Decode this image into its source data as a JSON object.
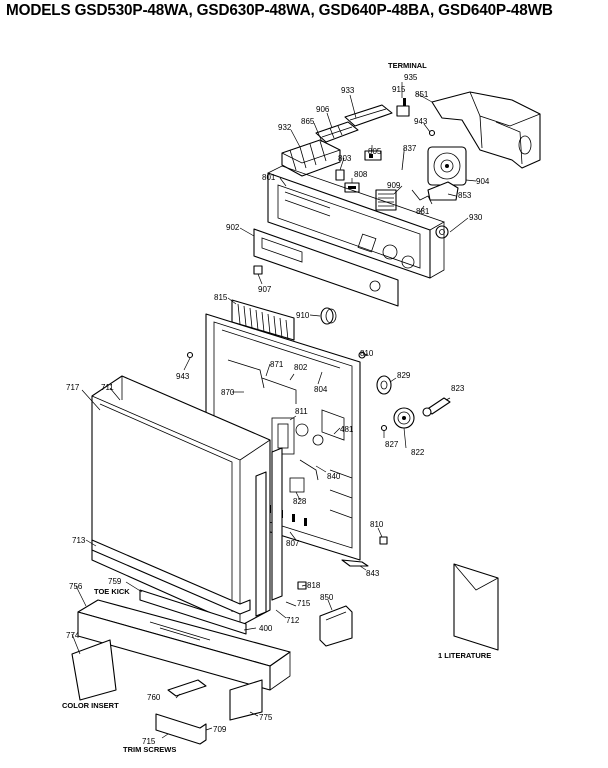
{
  "title": "MODELS GSD530P-48WA, GSD630P-48WA, GSD640P-48BA, GSD640P-48WB",
  "part_numbers": {
    "p933": "933",
    "p935": "935",
    "p915": "915",
    "p851": "851",
    "p906": "906",
    "p943a": "943",
    "p932": "932",
    "p865": "865",
    "p805": "805",
    "p837": "837",
    "p803": "803",
    "p808": "808",
    "p801": "801",
    "p909": "909",
    "p904": "904",
    "p853": "853",
    "p881": "881",
    "p930": "930",
    "p902": "902",
    "p907": "907",
    "p815": "815",
    "p910": "910",
    "p810a": "810",
    "p943b": "943",
    "p871": "871",
    "p802": "802",
    "p804": "804",
    "p829": "829",
    "p823": "823",
    "p717": "717",
    "p711": "711",
    "p870": "870",
    "p811": "811",
    "p481": "481",
    "p827": "827",
    "p822": "822",
    "p840": "840",
    "p828": "828",
    "p810b": "810",
    "p713": "713",
    "p807": "807",
    "p843": "843",
    "p756": "756",
    "p759": "759",
    "p818": "818",
    "p850": "850",
    "p715a": "715",
    "p712": "712",
    "p400": "400",
    "p774": "774",
    "p760": "760",
    "p775": "775",
    "p709": "709",
    "p715b": "715"
  },
  "labels": {
    "terminal": "TERMINAL",
    "toe_kick": "TOE KICK",
    "color_insert": "COLOR INSERT",
    "trim_screws": "TRIM SCREWS",
    "literature": "1 LITERATURE"
  }
}
